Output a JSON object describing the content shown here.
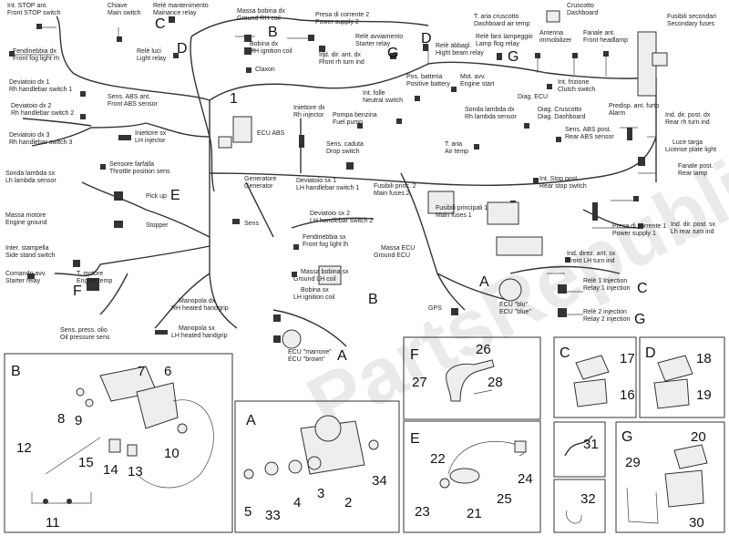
{
  "watermark": "PartsRepublik",
  "callouts": {
    "A": "A",
    "B": "B",
    "C": "C",
    "D": "D",
    "E": "E",
    "F": "F",
    "G": "G",
    "n1": "1"
  },
  "labels": {
    "int_stop_ant": "Int. STOP ant.",
    "front_stop_switch": "Front STOP switch",
    "chiave": "Chiave",
    "main_switch": "Main switch",
    "rele_mantenimento": "Relè mantenimento",
    "mainance_relay": "Mainance relay",
    "massa_bobina_dx": "Massa bobina dx",
    "ground_rh_coil": "Ground RH coil",
    "bobina_dx": "Bobina dx",
    "rh_ignition_coil": "RH ignition coil",
    "claxon": "Claxon",
    "rele_luci": "Relè luci",
    "light_relay": "Light relay",
    "presa_corrente_2": "Presa di corrente 2",
    "power_supply_2": "Power supply 2",
    "ind_dir_ant_dx": "Ind. dir. ant. dx",
    "front_rh_turn_ind": "Front rh turn ind",
    "rele_avviamento": "Relè avviamento",
    "starter_relay": "Starter relay",
    "rele_abbagl": "Relè abbagl.",
    "hight_beam_relay": "Hight beam relay",
    "t_aria_cruscotto": "T. aria cruscotto",
    "dashboard_air_temp": "Dashboard air temp",
    "rele_faro_lampeggio": "Relè faro lampeggio",
    "lamp_flog_relay": "Lamp flog relay",
    "antenna": "Antenna",
    "immobilizer": "immobilizer",
    "fanale_ant": "Fanale ant.",
    "front_headlamp": "Front headlamp",
    "cruscotto": "Cruscotto",
    "dashboard": "Dashboard",
    "fusibili_secondari": "Fusibili secondari",
    "secondary_fuses": "Secondary fuses",
    "fendinebbia_dx": "Fendinebbia dx",
    "front_fog_light_rh": "Front fog light rh",
    "deviatoio_dx1": "Deviatoio dx 1",
    "rh_handlebar_switch_1": "Rh handlebar switch 1",
    "deviatoio_dx2": "Deviatoio dx 2",
    "rh_handlebar_switch_2": "Rh handlebar switch 2",
    "deviatoio_dx3": "Deviatoio dx 3",
    "rh_handlebar_switch_3": "Rh handlebar switch 3",
    "sens_abs_ant": "Sens. ABS ant.",
    "front_abs_sensor": "Front ABS sensor",
    "iniettore_sx": "Iniettore sx",
    "lh_injector": "LH injector",
    "iniettore_dx": "Iniettore dx",
    "rh_injector": "Rh injector",
    "ecu_abs": "ECU ABS",
    "pompa_benzina": "Pompa benzina",
    "fuel_pump": "Fuel pump",
    "sens_caduta": "Sens. caduta",
    "drop_switch": "Drop switch",
    "pos_batteria": "Pos. batteria",
    "positive_battery": "Positive battery",
    "int_folle": "Int. folle",
    "neutral_switch": "Neutral switch",
    "mot_avv": "Mot. avv.",
    "engine_start": "Engine start",
    "int_frizione": "Int. frizione",
    "clutch_switch": "Clutch switch",
    "diag_ecu": "Diag. ECU",
    "diag_cruscotto": "Diag. Cruscotto",
    "diag_dashboard": "Diag. Dashboard",
    "sonda_lambda_dx": "Sonda lambda dx",
    "rh_lambda_sensor": "Rh lambda sensor",
    "predisp_ant_furto": "Predisp. ant. furto",
    "alarm": "Alarm",
    "ind_dir_post_dx": "Ind. dir. post. dx",
    "rear_rh_turn_ind": "Rear rh turn ind",
    "sens_abs_post": "Sens. ABS post.",
    "rear_abs_sensor": "Rear ABS sensor",
    "luce_targa": "Luce targa",
    "license_plate_light": "License plate light",
    "t_aria": "T. aria",
    "air_temp": "Air temp",
    "fanale_post": "Fanale post.",
    "rear_lamp": "Rear lamp",
    "sensore_farfalla": "Sensore farfalla",
    "throttle_position_sens": "Throttle position sens",
    "sonda_lambda_sx": "Sonda lambda sx",
    "lh_lambda_sensor": "Lh lambda sensor",
    "pick_up": "Pick up",
    "generatore": "Generatore",
    "generator": "Generator",
    "deviatoio_sx1": "Deviatoio sx 1",
    "lh_handlebar_switch_1": "LH handlebar switch 1",
    "fusibili_princ_2": "Fusibili princ. 2",
    "main_fuses_2": "Main fuses 2",
    "int_stop_post": "Int. Stop post.",
    "rear_stop_switch": "Rear stop switch",
    "fusibili_principali_1": "Fusibili principali 1",
    "main_fuses_1": "Main fuses 1",
    "massa_motore": "Massa motore",
    "engine_ground": "Engine ground",
    "stopper": "Stopper",
    "sens": "Sens",
    "deviatoio_sx2": "Deviatoio sx 2",
    "lh_handlebar_switch_2": "LH handlebar switch 2",
    "presa_corrente_1": "Presa di corrente 1",
    "power_supply_1": "Power supply 1",
    "int_stampella": "Inter. stampella",
    "side_stand_switch": "Side stand switch",
    "fendinebbia_sx": "Fendinebbia sx",
    "front_fog_light_lh": "Front fog light lh",
    "massa_ecu": "Massa ECU",
    "ground_ecu": "Ground ECU",
    "ind_dir_post_sx": "Ind. dir. post. sx",
    "lh_rear_turn_ind": "Lh rear turn ind",
    "t_motore": "T. motore",
    "engine_temp": "Engine temp",
    "ind_dir_ant_sx": "Ind. direz. ant. sx",
    "front_lh_turn_ind": "Front LH turn ind",
    "comando_avv": "Comando avv.",
    "starter_relay_cmd": "Starter relay",
    "massa_bobina_sx": "Massa bobina sx",
    "ground_lh_coil": "Ground LH coil",
    "bobina_sx": "Bobina sx",
    "lh_ignition_coil": "LH ignition coil",
    "rele1_injection": "Relè 1 Injection",
    "relay1_injection": "Relay 1 injection",
    "manopola_dx": "Manopola dx",
    "rh_heated_handgrip": "RH heated handgrip",
    "gps": "GPS",
    "ecu_blu": "ECU \"blu\"",
    "ecu_blue": "ECU \"blue\"",
    "sens_press_olio": "Sens. press. olio",
    "oil_pressure_sens": "Oil pressure sens",
    "manopola_sx": "Manopola sx",
    "lh_heated_handgrip": "LH heated handgrip",
    "rele2_injection": "Relè 2 injection",
    "relay2_injection": "Relay 2 injection",
    "ecu_marrone": "ECU \"marrone\"",
    "ecu_brown": "ECU \"brown\""
  },
  "detail_boxes": {
    "B": {
      "letter": "B",
      "numbers": [
        "7",
        "6",
        "8",
        "9",
        "10",
        "12",
        "15",
        "14",
        "13",
        "11"
      ]
    },
    "A": {
      "letter": "A",
      "numbers": [
        "5",
        "33",
        "4",
        "3",
        "2",
        "34"
      ]
    },
    "F": {
      "letter": "F",
      "numbers": [
        "26",
        "27",
        "28"
      ]
    },
    "E": {
      "letter": "E",
      "numbers": [
        "22",
        "24",
        "23",
        "21",
        "25"
      ]
    },
    "C": {
      "letter": "C",
      "numbers": [
        "17",
        "16"
      ]
    },
    "D": {
      "letter": "D",
      "numbers": [
        "18",
        "19"
      ]
    },
    "P31": {
      "numbers": [
        "31"
      ]
    },
    "P32": {
      "numbers": [
        "32"
      ]
    },
    "G": {
      "letter": "G",
      "numbers": [
        "20",
        "29",
        "30"
      ]
    }
  }
}
